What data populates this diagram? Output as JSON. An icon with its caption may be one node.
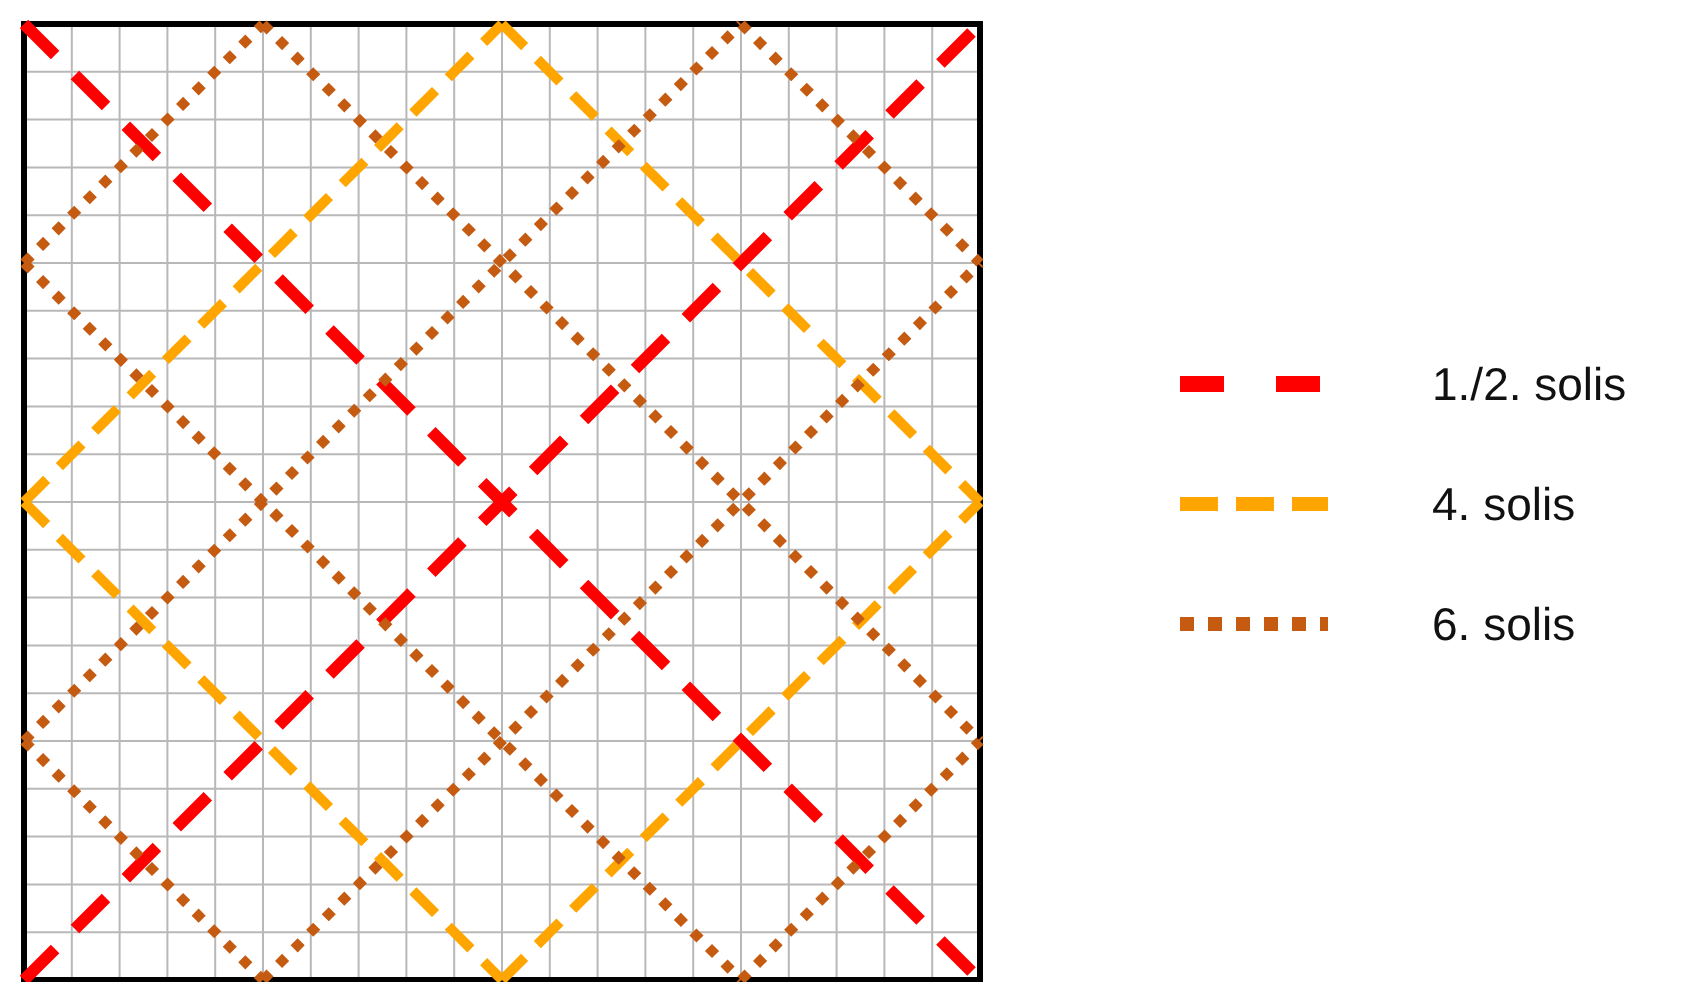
{
  "diagram": {
    "legend": [
      {
        "text": "1./2. solis"
      },
      {
        "text": "4. solis"
      },
      {
        "text": "6. solis"
      }
    ]
  }
}
